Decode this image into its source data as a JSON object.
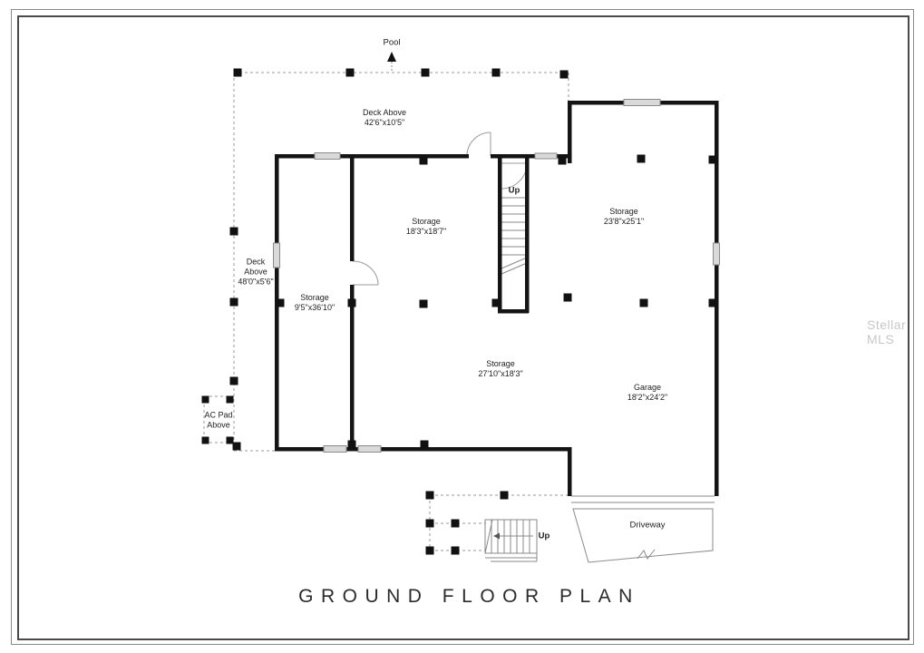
{
  "frame": {
    "title": "GROUND FLOOR PLAN",
    "watermark": "Stellar MLS"
  },
  "plan": {
    "pool_label": "Pool",
    "up_label": "Up",
    "driveway_label": "Driveway",
    "ac_pad_label": "AC Pad Above",
    "rooms": {
      "deck_top": {
        "name": "Deck Above",
        "dims": "42'6\"x10'5\""
      },
      "storage_top": {
        "name": "Storage",
        "dims": "18'3\"x18'7\""
      },
      "storage_right": {
        "name": "Storage",
        "dims": "23'8\"x25'1\""
      },
      "deck_left": {
        "name": "Deck Above",
        "dims": "48'0\"x5'6\""
      },
      "storage_left": {
        "name": "Storage",
        "dims": "9'5\"x36'10\""
      },
      "storage_center": {
        "name": "Storage",
        "dims": "27'10\"x18'3\""
      },
      "garage": {
        "name": "Garage",
        "dims": "18'2\"x24'2\""
      }
    }
  }
}
